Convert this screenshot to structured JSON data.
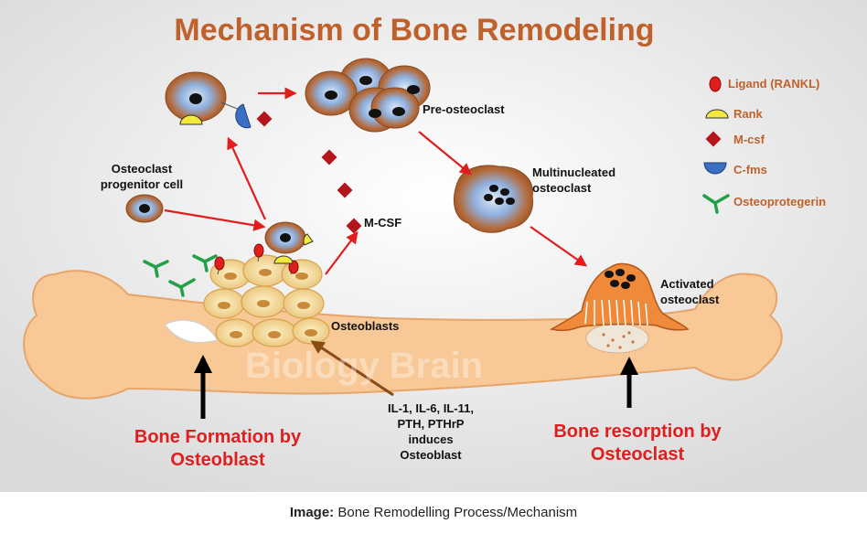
{
  "title": "Mechanism of Bone Remodeling",
  "labels": {
    "pre_osteoclast": "Pre-osteoclast",
    "progenitor_line1": "Osteoclast",
    "progenitor_line2": "progenitor cell",
    "multinucleated_line1": "Multinucleated",
    "multinucleated_line2": "osteoclast",
    "m_csf": "M-CSF",
    "osteoblasts": "Osteoblasts",
    "activated_line1": "Activated",
    "activated_line2": "osteoclast",
    "factors_line1": "IL-1, IL-6, IL-11,",
    "factors_line2": "PTH, PTHrP",
    "factors_line3": "induces",
    "factors_line4": "Osteoblast",
    "formation_line1": "Bone Formation by",
    "formation_line2": "Osteoblast",
    "resorption_line1": "Bone resorption by",
    "resorption_line2": "Osteoclast"
  },
  "legend": [
    {
      "label": "Ligand (RANKL)",
      "icon": "ligand-rankl-icon",
      "color": "#e01e1e"
    },
    {
      "label": "Rank",
      "icon": "rank-icon",
      "color": "#f3e93b"
    },
    {
      "label": "M-csf",
      "icon": "m-csf-icon",
      "color": "#b3171b"
    },
    {
      "label": "C-fms",
      "icon": "c-fms-icon",
      "color": "#3b6fc4"
    },
    {
      "label": "Osteoprotegerin",
      "icon": "osteoprotegerin-icon",
      "color": "#22a04a"
    }
  ],
  "watermark": "Biology Brain",
  "caption": {
    "prefix": "Image:",
    "text": " Bone Remodelling Process/Mechanism"
  }
}
